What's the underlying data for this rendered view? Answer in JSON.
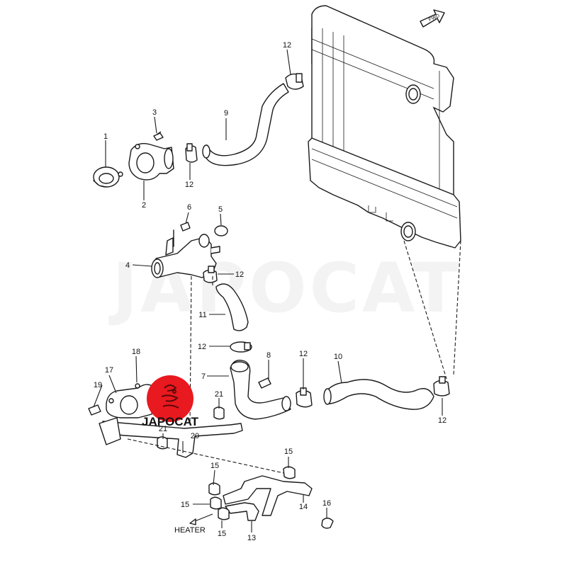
{
  "watermark": {
    "text": "JAPOCAT",
    "color": "#e6e6e6"
  },
  "logo": {
    "text": "JAPOCAT",
    "badge_color": "#e8191f",
    "glyph": "red-circle-emblem"
  },
  "direction": {
    "text": "FWD"
  },
  "heater_note": {
    "text": "HEATER"
  },
  "callouts": [
    {
      "id": "c1",
      "text": "1"
    },
    {
      "id": "c2",
      "text": "2"
    },
    {
      "id": "c3",
      "text": "3"
    },
    {
      "id": "c4",
      "text": "4"
    },
    {
      "id": "c5",
      "text": "5"
    },
    {
      "id": "c6",
      "text": "6"
    },
    {
      "id": "c7",
      "text": "7"
    },
    {
      "id": "c8",
      "text": "8"
    },
    {
      "id": "c9",
      "text": "9"
    },
    {
      "id": "c10",
      "text": "10"
    },
    {
      "id": "c11",
      "text": "11"
    },
    {
      "id": "c12a",
      "text": "12"
    },
    {
      "id": "c12b",
      "text": "12"
    },
    {
      "id": "c12c",
      "text": "12"
    },
    {
      "id": "c12d",
      "text": "12"
    },
    {
      "id": "c12e",
      "text": "12"
    },
    {
      "id": "c12f",
      "text": "12"
    },
    {
      "id": "c13",
      "text": "13"
    },
    {
      "id": "c14",
      "text": "14"
    },
    {
      "id": "c15a",
      "text": "15"
    },
    {
      "id": "c15b",
      "text": "15"
    },
    {
      "id": "c15c",
      "text": "15"
    },
    {
      "id": "c15d",
      "text": "15"
    },
    {
      "id": "c16",
      "text": "16"
    },
    {
      "id": "c17",
      "text": "17"
    },
    {
      "id": "c18",
      "text": "18"
    },
    {
      "id": "c19",
      "text": "19"
    },
    {
      "id": "c20",
      "text": "20"
    },
    {
      "id": "c21a",
      "text": "21"
    },
    {
      "id": "c21b",
      "text": "21"
    }
  ]
}
